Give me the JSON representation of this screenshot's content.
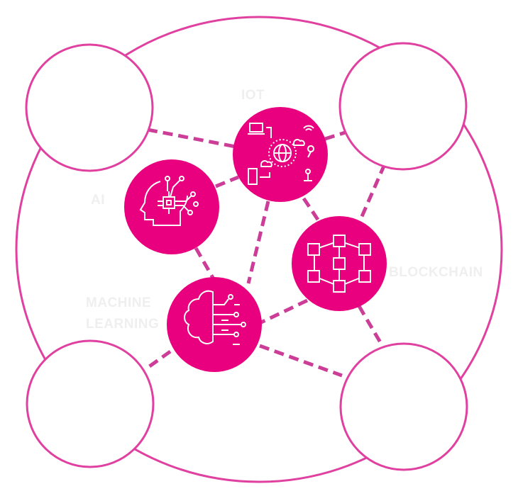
{
  "colors": {
    "accent": "#e8007f",
    "outline": "#e040a0",
    "dash": "#cc3d98",
    "label": "#efefef"
  },
  "nodes": [
    {
      "id": "iot",
      "label": "IOT",
      "icon": "iot-network-icon"
    },
    {
      "id": "ai",
      "label": "AI",
      "icon": "ai-head-chip-icon"
    },
    {
      "id": "blockchain",
      "label": "BLOCKCHAIN",
      "icon": "blockchain-cubes-icon"
    },
    {
      "id": "ml",
      "label_line1": "MACHINE",
      "label_line2": "LEARNING",
      "icon": "brain-circuit-icon"
    }
  ]
}
